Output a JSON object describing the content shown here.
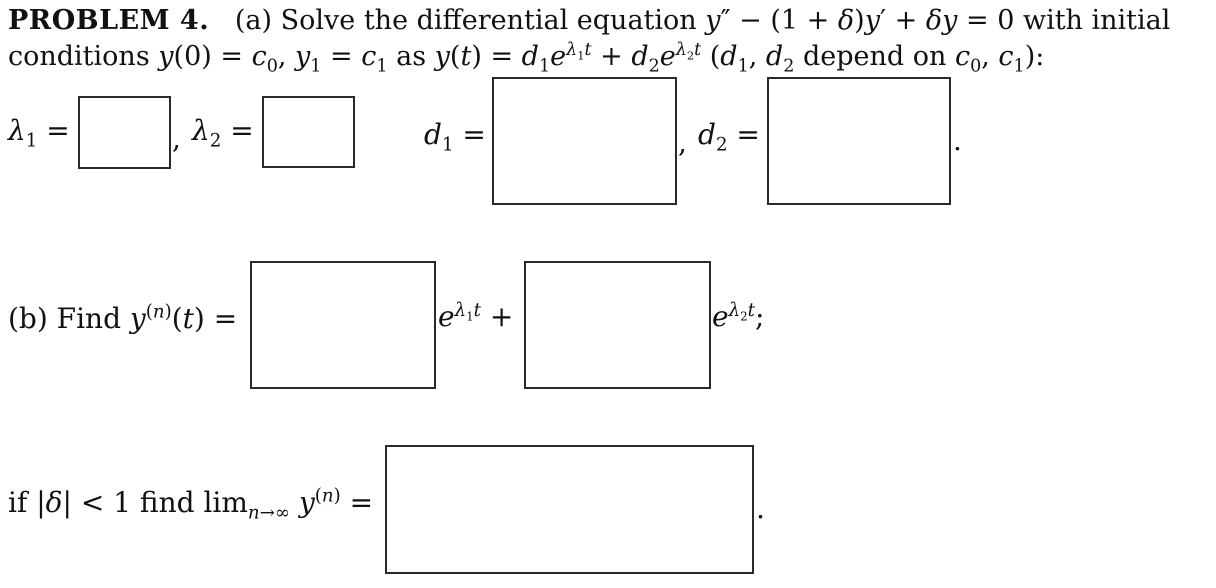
{
  "problem": {
    "heading": "PROBLEM 4.",
    "line1": "(a) Solve the differential equation y″ − (1 + δ)y′ + δy = 0 with initial",
    "line2": "conditions y(0) = c₀, y₁ = c₁ as y(t) = d₁e^{λ₁t} + d₂e^{λ₂t} (d₁, d₂ depend on c₀, c₁):"
  },
  "part_a": {
    "lambda1_label": "λ₁ =",
    "lambda2_label": "λ₂ =",
    "d1_label": "d₁ =",
    "d2_label": "d₂ =",
    "comma": ",",
    "period": ".",
    "answers": {
      "lambda1": "",
      "lambda2": "",
      "d1": "",
      "d2": ""
    }
  },
  "part_b": {
    "label": "(b) Find y⁽ⁿ⁾(t) =",
    "term1_suffix": "e^{λ₁t} +",
    "term2_suffix": "e^{λ₂t};",
    "answers": {
      "coef1": "",
      "coef2": ""
    }
  },
  "part_limit": {
    "label": "if |δ| < 1 find lim_{n→∞} y⁽ⁿ⁾ =",
    "period": ".",
    "answers": {
      "limit": ""
    }
  }
}
